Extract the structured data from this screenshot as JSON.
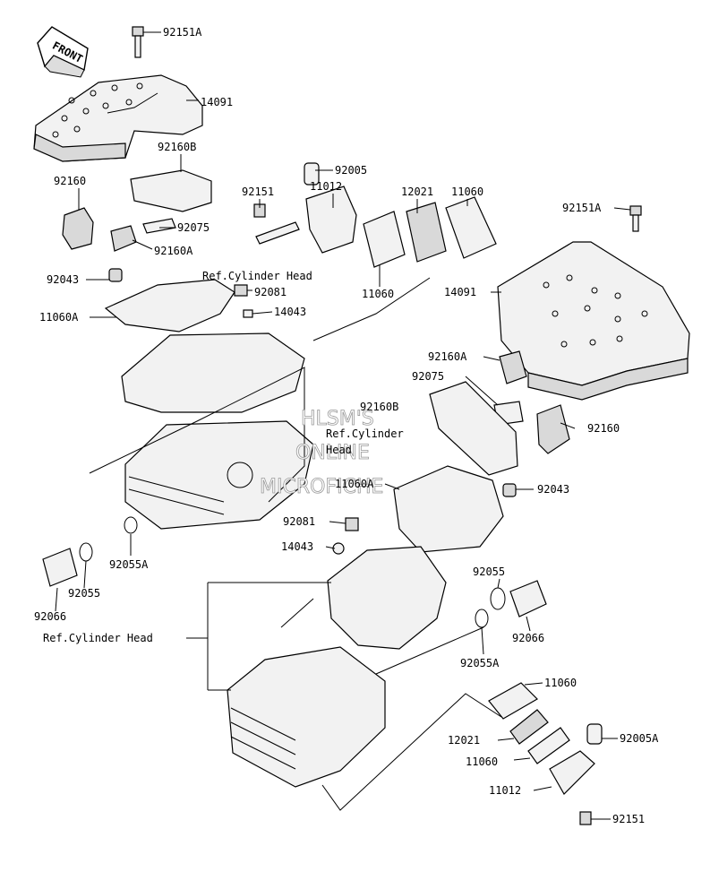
{
  "diagram": {
    "front_arrow_label": "FRONT",
    "watermark": [
      "HLSM'S",
      "ONLINE",
      "MICROFICHE"
    ],
    "callouts": {
      "c92151A_top": "92151A",
      "c14091_left": "14091",
      "c92160B_left": "92160B",
      "c92160_left": "92160",
      "c92005": "92005",
      "c11012_top": "11012",
      "c92151_top": "92151",
      "c12021_top": "12021",
      "c11060_top": "11060",
      "c92075_left": "92075",
      "c92160A_left": "92160A",
      "c92151A_right": "92151A",
      "c92043_left": "92043",
      "ref_cyl_head_1": "Ref.Cylinder Head",
      "c92081_top": "92081",
      "c11060_mid": "11060",
      "c14091_right": "14091",
      "c11060A_left": "11060A",
      "c14043_top": "14043",
      "c92160A_right": "92160A",
      "c92075_right": "92075",
      "c92160B_right": "92160B",
      "ref_cyl_head_2_line1": "Ref.Cylinder",
      "ref_cyl_head_2_line2": "Head",
      "c92160_right": "92160",
      "c11060A_right": "11060A",
      "c92043_right": "92043",
      "c92081_bottom": "92081",
      "c14043_bottom": "14043",
      "c92055A_left": "92055A",
      "c92055_left": "92055",
      "c92066_left": "92066",
      "ref_cyl_head_3": "Ref.Cylinder Head",
      "c92055_right": "92055",
      "c92066_right": "92066",
      "c92055A_right": "92055A",
      "c11060_br1": "11060",
      "c12021_br": "12021",
      "c92005A": "92005A",
      "c11060_br2": "11060",
      "c11012_br": "11012",
      "c92151_br": "92151"
    }
  }
}
